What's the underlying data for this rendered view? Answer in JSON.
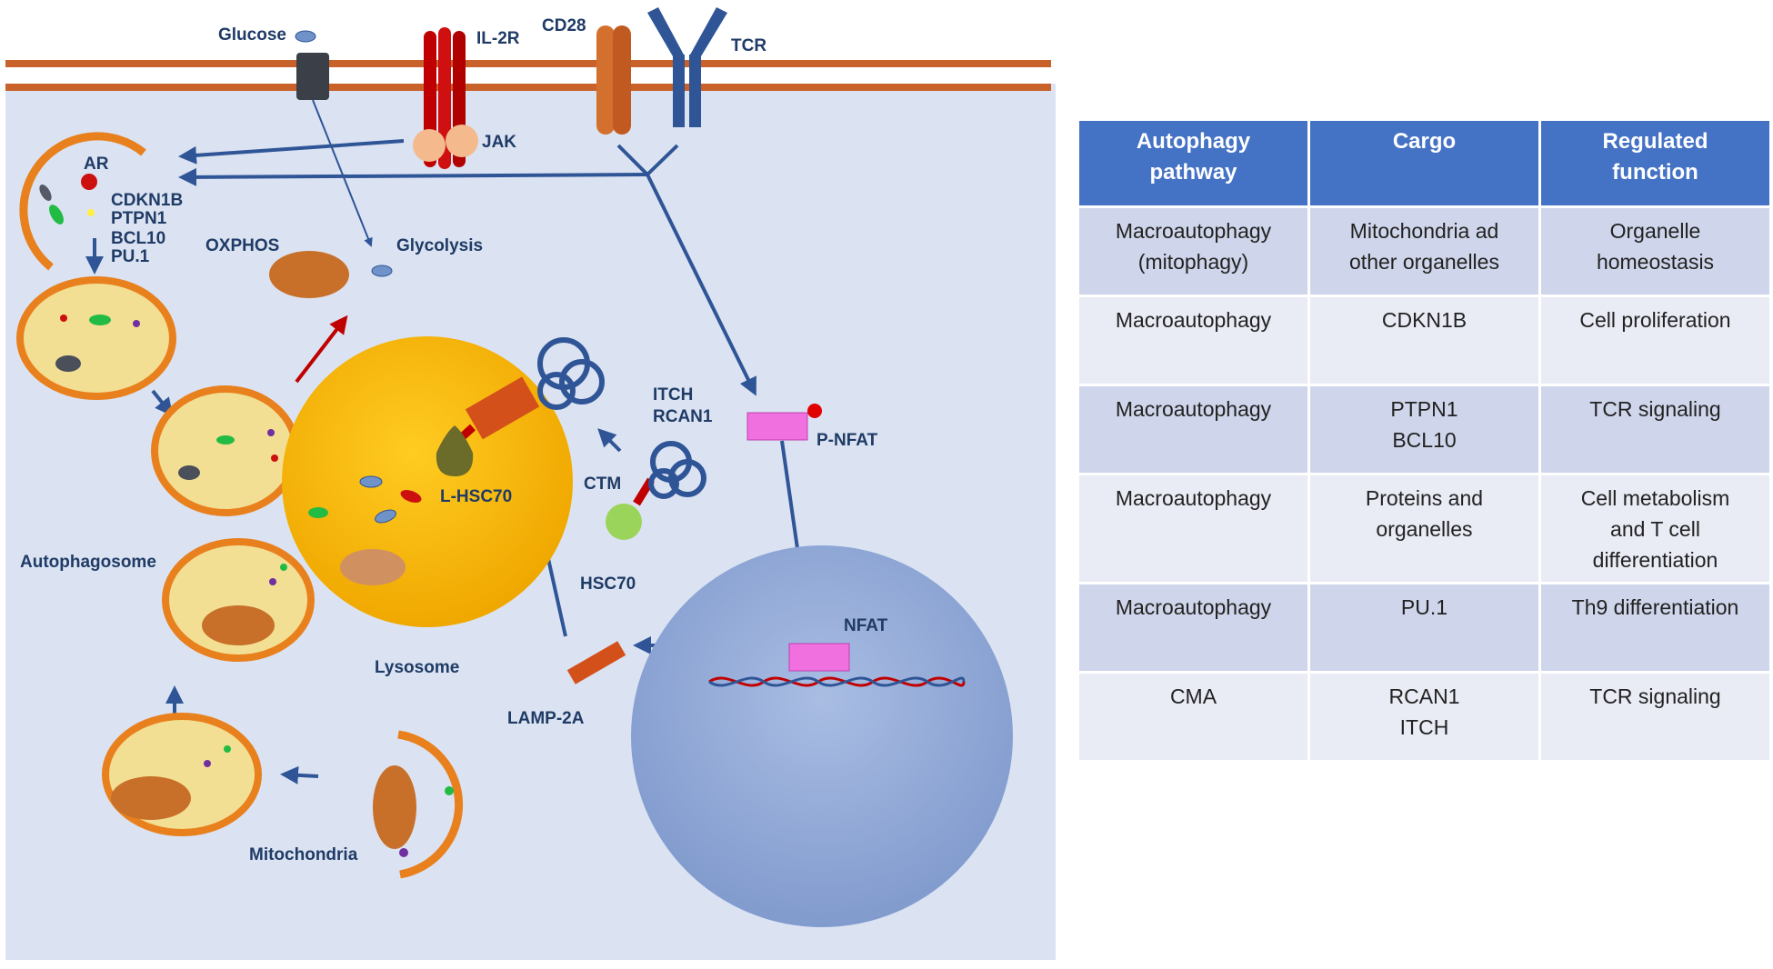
{
  "diagram": {
    "labels": {
      "glucose": "Glucose",
      "il2r": "IL-2R",
      "cd28": "CD28",
      "tcr": "TCR",
      "jak": "JAK",
      "ar": "AR",
      "cdkn1b": "CDKN1B",
      "ptpn1": "PTPN1",
      "bcl10": "BCL10",
      "pu1": "PU.1",
      "oxphos": "OXPHOS",
      "glycolysis": "Glycolysis",
      "itch": "ITCH",
      "rcan1": "RCAN1",
      "p_nfat": "P-NFAT",
      "ctm": "CTM",
      "l_hsc70": "L-HSC70",
      "hsc70": "HSC70",
      "autophagosome": "Autophagosome",
      "lysosome": "Lysosome",
      "nfat": "NFAT",
      "lamp2a": "LAMP-2A",
      "mitochondria": "Mitochondria"
    },
    "colors": {
      "membrane": "#c8622a",
      "cytoplasm": "#dbe3f2",
      "lysosome": "#f7b800",
      "nucleus": "#93acd8",
      "arrow_blue": "#2f5597",
      "arrow_red": "#c00000",
      "vesicle_ring": "#e8801e",
      "vesicle_fill": "#f3df93",
      "mito": "#c8702a"
    }
  },
  "table": {
    "headers": [
      [
        "Autophagy",
        "pathway"
      ],
      [
        "Cargo"
      ],
      [
        "Regulated",
        "function"
      ]
    ],
    "rows": [
      [
        [
          "Macroautophagy",
          "(mitophagy)"
        ],
        [
          "Mitochondria ad",
          "other organelles"
        ],
        [
          "Organelle",
          "homeostasis"
        ]
      ],
      [
        [
          "Macroautophagy"
        ],
        [
          "CDKN1B"
        ],
        [
          "Cell proliferation"
        ]
      ],
      [
        [
          "Macroautophagy"
        ],
        [
          "PTPN1",
          "BCL10"
        ],
        [
          "TCR signaling"
        ]
      ],
      [
        [
          "Macroautophagy"
        ],
        [
          "Proteins and",
          "organelles"
        ],
        [
          "Cell metabolism",
          "and T cell",
          "differentiation"
        ]
      ],
      [
        [
          "Macroautophagy"
        ],
        [
          "PU.1"
        ],
        [
          "Th9 differentiation"
        ]
      ],
      [
        [
          "CMA"
        ],
        [
          "RCAN1",
          "ITCH"
        ],
        [
          "TCR signaling"
        ]
      ]
    ],
    "colors": {
      "header": "#4472c4",
      "row_odd": "#cfd5ea",
      "row_even": "#e9ebf5"
    }
  }
}
